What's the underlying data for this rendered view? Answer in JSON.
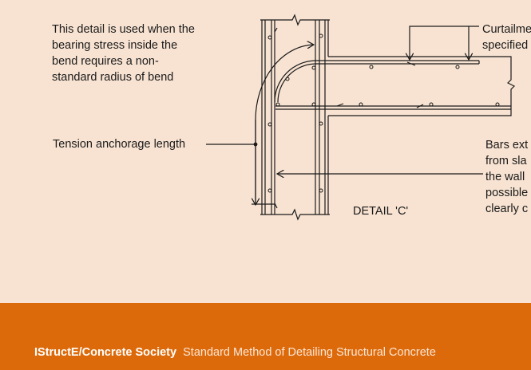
{
  "notes": {
    "bend_note": "This detail is used when the\nbearing stress inside the\nbend requires a non-\nstandard radius of bend",
    "tension_anchorage": "Tension anchorage length",
    "curtailment": "Curtailment\nspecified",
    "bars_extend": "Bars ext\nfrom sla\nthe wall\npossible\nclearly c",
    "detail_label": "DETAIL 'C'"
  },
  "footer": {
    "publisher": "IStructE/Concrete Society",
    "title": "Standard Method of Detailing Structural Concrete"
  },
  "colors": {
    "background": "#f8e3d2",
    "footer": "#dd6a0a",
    "line": "#1a1a1a"
  }
}
